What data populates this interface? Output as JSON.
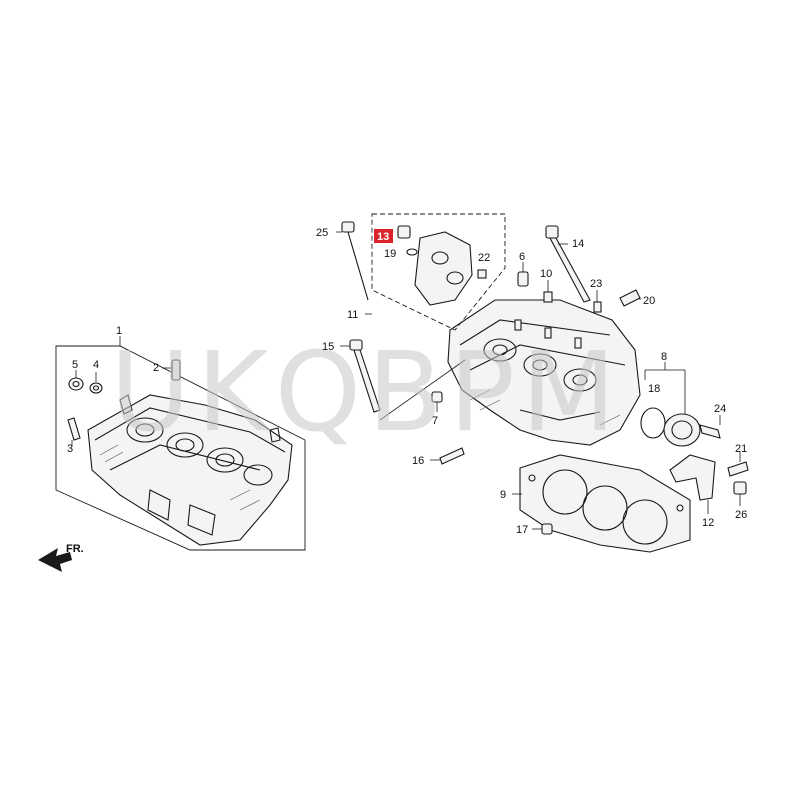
{
  "watermark": "UKQBPM",
  "front_marker": "FR.",
  "highlight_color": "#d8232a",
  "highlighted_callout": "13",
  "callouts": {
    "c1": "1",
    "c2": "2",
    "c3": "3",
    "c4": "4",
    "c5": "5",
    "c6": "6",
    "c7": "7",
    "c8": "8",
    "c9": "9",
    "c10": "10",
    "c11": "11",
    "c12": "12",
    "c13": "13",
    "c14": "14",
    "c15": "15",
    "c16": "16",
    "c17": "17",
    "c18": "18",
    "c19": "19",
    "c20": "20",
    "c21": "21",
    "c22": "22",
    "c23": "23",
    "c24": "24",
    "c25": "25",
    "c26": "26"
  }
}
